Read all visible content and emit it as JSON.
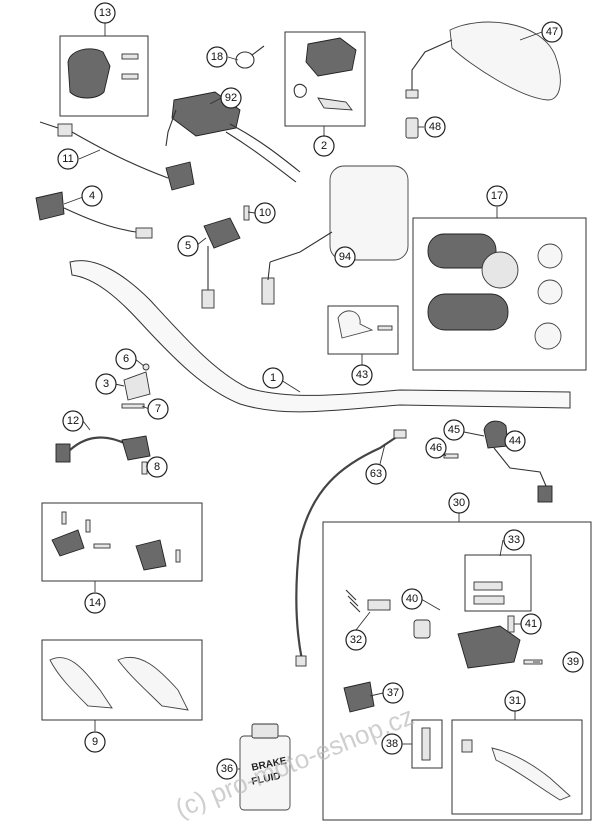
{
  "callouts": {
    "c1": "1",
    "c2": "2",
    "c3": "3",
    "c4": "4",
    "c5": "5",
    "c6": "6",
    "c7": "7",
    "c8": "8",
    "c9": "9",
    "c10": "10",
    "c11": "11",
    "c12": "12",
    "c13": "13",
    "c14": "14",
    "c17": "17",
    "c18": "18",
    "c30": "30",
    "c31": "31",
    "c32": "32",
    "c33": "33",
    "c36": "36",
    "c37": "37",
    "c38": "38",
    "c39": "39",
    "c40": "40",
    "c41": "41",
    "c43": "43",
    "c44": "44",
    "c45": "45",
    "c46": "46",
    "c47": "47",
    "c48": "48",
    "c63": "63",
    "c92": "92",
    "c94": "94"
  },
  "bottle": {
    "line1": "BRAKE",
    "line2": "FLUID"
  },
  "watermark": "(c) pro-moto-eshop.cz"
}
